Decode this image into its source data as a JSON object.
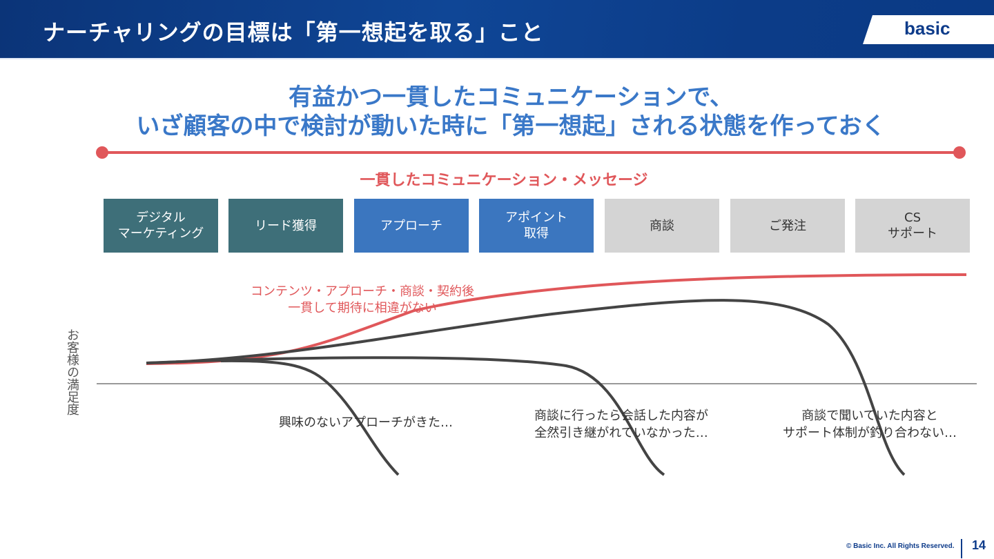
{
  "header": {
    "title": "ナーチャリングの目標は「第一想起を取る」こと",
    "logo": "basic"
  },
  "headline": {
    "line1": "有益かつ一貫したコミュニケーションで、",
    "line2": "いざ顧客の中で検討が動いた時に「第一想起」される状態を作っておく"
  },
  "subtitle": "一貫したコミュニケーション・メッセージ",
  "stages": [
    {
      "label": "デジタル\nマーケティング",
      "color": "#3e6f79"
    },
    {
      "label": "リード獲得",
      "color": "#3e6f79"
    },
    {
      "label": "アプローチ",
      "color": "#3b76bf"
    },
    {
      "label": "アポイント\n取得",
      "color": "#3b76bf"
    },
    {
      "label": "商談",
      "color": "#d4d4d4"
    },
    {
      "label": "ご発注",
      "color": "#d4d4d4"
    },
    {
      "label": "CS\nサポート",
      "color": "#d4d4d4"
    }
  ],
  "chart": {
    "ylabel": "お客様の満足度",
    "success_note": "コンテンツ・アプローチ・商談・契約後\n一貫して期待に相違がない",
    "fail_notes": [
      "興味のないアプローチがきた…",
      "商談に行ったら会話した内容が\n全然引き継がれていなかった…",
      "商談で聞いていた内容と\nサポート体制が釣り合わない…"
    ]
  },
  "footer": {
    "copyright": "© Basic Inc. All Rights Reserved.",
    "page": "14"
  }
}
